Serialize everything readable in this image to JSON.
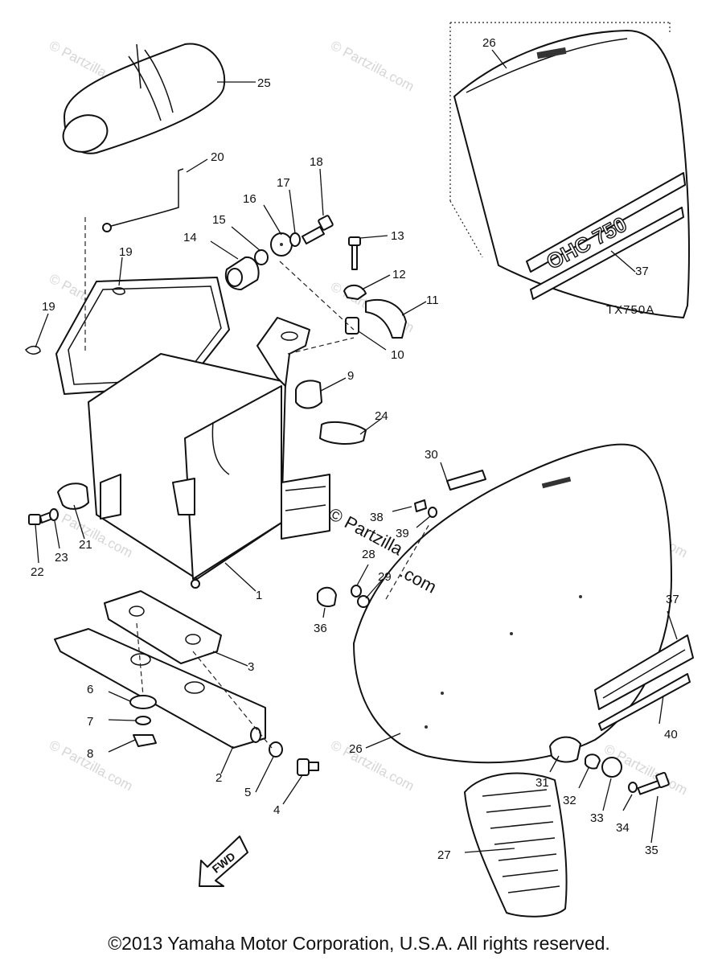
{
  "watermark": {
    "text": "© Partzilla.com",
    "center_line1": "© Partzilla",
    "center_line2": ".com"
  },
  "model_code": "TX750A",
  "direction_label": "FWD",
  "badge_text": "OHC 750",
  "copyright": "©2013  Yamaha Motor Corporation, U.S.A. All rights reserved.",
  "callouts": {
    "c1": "1",
    "c2": "2",
    "c3": "3",
    "c4": "4",
    "c5": "5",
    "c6": "6",
    "c7": "7",
    "c8": "8",
    "c9": "9",
    "c10": "10",
    "c11": "11",
    "c12": "12",
    "c13": "13",
    "c14": "14",
    "c15": "15",
    "c16": "16",
    "c17": "17",
    "c18": "18",
    "c19a": "19",
    "c19b": "19",
    "c20": "20",
    "c21": "21",
    "c22": "22",
    "c23": "23",
    "c24": "24",
    "c25": "25",
    "c26a": "26",
    "c26b": "26",
    "c27": "27",
    "c28": "28",
    "c29": "29",
    "c30": "30",
    "c31": "31",
    "c32": "32",
    "c33": "33",
    "c34": "34",
    "c35": "35",
    "c36": "36",
    "c37a": "37",
    "c37b": "37",
    "c38": "38",
    "c39": "39",
    "c40": "40"
  }
}
